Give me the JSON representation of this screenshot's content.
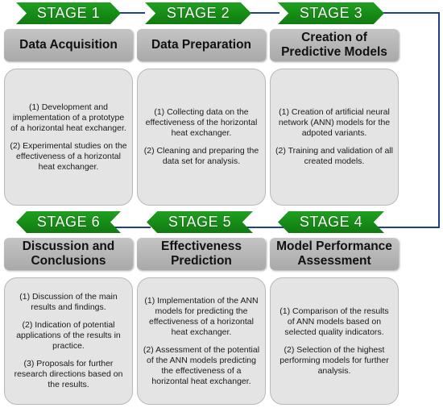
{
  "stages": [
    {
      "label": "STAGE 1",
      "title": "Data Acquisition",
      "items": [
        "(1) Development and implementation of a prototype of a horizontal heat exchanger.",
        "(2) Experimental studies on the effectiveness of a horizontal heat exchanger."
      ]
    },
    {
      "label": "STAGE 2",
      "title": "Data Preparation",
      "items": [
        "(1) Collecting data on the effectiveness of the horizontal heat exchanger.",
        "(2) Cleaning and preparing the data set for analysis."
      ]
    },
    {
      "label": "STAGE 3",
      "title": "Creation of Predictive Models",
      "items": [
        "(1) Creation of artificial neural network (ANN) models for the adpoted variants.",
        "(2) Training and validation of all created models."
      ]
    },
    {
      "label": "STAGE 4",
      "title": "Model Performance Assessment",
      "items": [
        "(1) Comparison of the results of ANN models based on selected quality indicators.",
        "(2) Selection of the highest performing models for further analysis."
      ]
    },
    {
      "label": "STAGE 5",
      "title": "Effectiveness Prediction",
      "items": [
        "(1) Implementation of the ANN models for predicting the effectiveness of a horizontal heat exchanger.",
        "(2) Assessment of the potential of the ANN models predicting the effectiveness of a horizontal heat exchanger."
      ]
    },
    {
      "label": "STAGE 6",
      "title": "Discussion and Conclusions",
      "items": [
        "(1) Discussion of the main results and findings.",
        "(2) Indication of potential applications of the results in practice.",
        "(3) Proposals for further research directions based on the results."
      ]
    }
  ]
}
